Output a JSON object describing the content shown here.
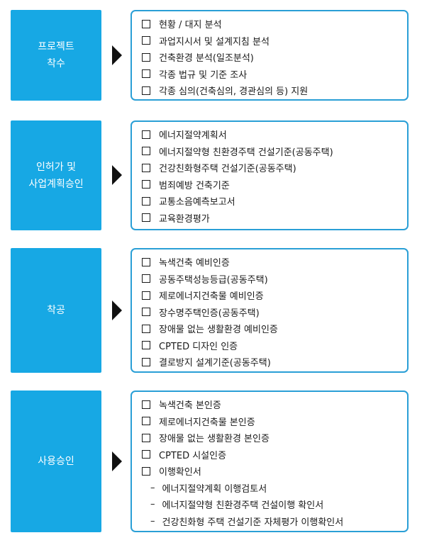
{
  "stages": [
    {
      "label": "프로젝트\n착수",
      "items": [
        {
          "text": "현황 / 대지 분석"
        },
        {
          "text": "과업지시서 및 설계지침 분석"
        },
        {
          "text": "건축환경 분석(일조분석)"
        },
        {
          "text": "각종 법규 및 기준 조사"
        },
        {
          "text": "각종 심의(건축심의, 경관심의 등) 지원"
        }
      ]
    },
    {
      "label": "인허가 및\n사업계획승인",
      "items": [
        {
          "text": "에너지절약계획서"
        },
        {
          "text": "에너지절약형 친환경주택 건설기준(공동주택)"
        },
        {
          "text": "건강친화형주택 건설기준(공동주택)"
        },
        {
          "text": "범죄예방 건축기준"
        },
        {
          "text": "교통소음예측보고서"
        },
        {
          "text": "교육환경평가"
        }
      ]
    },
    {
      "label": "착공",
      "items": [
        {
          "text": "녹색건축 예비인증"
        },
        {
          "text": "공동주택성능등급(공동주택)"
        },
        {
          "text": "제로에너지건축물 예비인증"
        },
        {
          "text": "장수명주택인증(공동주택)"
        },
        {
          "text": "장애물 없는 생활환경 예비인증"
        },
        {
          "text": "CPTED 디자인 인증"
        },
        {
          "text": "결로방지 설계기준(공동주택)"
        }
      ]
    },
    {
      "label": "사용승인",
      "items": [
        {
          "text": "녹색건축 본인증"
        },
        {
          "text": "제로에너지건축물 본인증"
        },
        {
          "text": "장애물 없는 생활환경 본인증"
        },
        {
          "text": "CPTED 시설인증"
        },
        {
          "text": "이행확인서"
        },
        {
          "text": "에너지절약계획 이행검토서",
          "sub": true
        },
        {
          "text": "에너지절약형 친환경주택 건설이행 확인서",
          "sub": true
        },
        {
          "text": "건강친화형 주택 건설기준 자체평가 이행확인서",
          "sub": true
        }
      ]
    }
  ]
}
